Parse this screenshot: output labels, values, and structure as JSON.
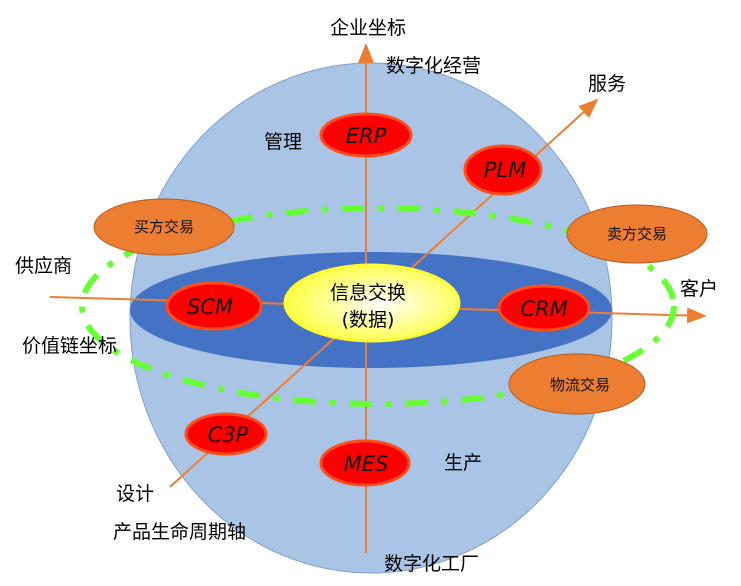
{
  "axes": {
    "vertical_top": "企业坐标",
    "vertical_top_sub": "数字化经营",
    "vertical_bottom": "数字化工厂",
    "diagonal_top": "服务",
    "diagonal_bottom": "设计",
    "diagonal_name": "产品生命周期轴",
    "horizontal_left": "供应商",
    "horizontal_name": "价值链坐标",
    "horizontal_right": "客户"
  },
  "region_labels": {
    "management": "管理",
    "production": "生产"
  },
  "center": {
    "line1": "信息交换",
    "line2": "(数据)"
  },
  "systems": {
    "erp": "ERP",
    "plm": "PLM",
    "scm": "SCM",
    "crm": "CRM",
    "c3p": "C3P",
    "mes": "MES"
  },
  "transactions": {
    "buyer": "买方交易",
    "seller": "卖方交易",
    "logistics": "物流交易"
  },
  "colors": {
    "sphere": "#a9c4e4",
    "band": "#4472c4",
    "node": "#ff0000",
    "oval": "#ed7d31",
    "axis": "#ed7d31",
    "ring": "#66ff33",
    "center": "#ffff66"
  }
}
